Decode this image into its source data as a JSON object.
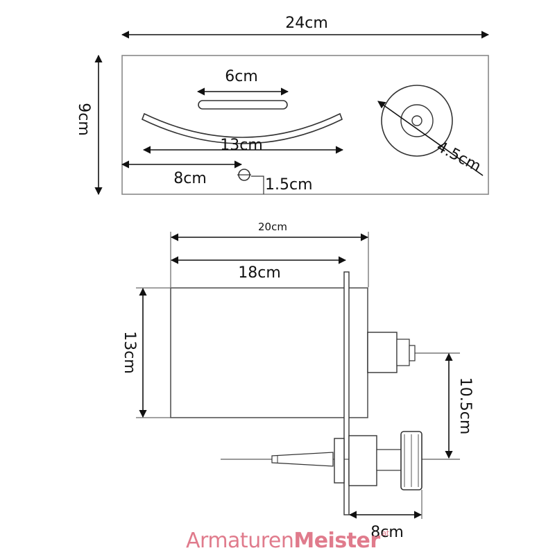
{
  "dimensions": {
    "top_width": "24cm",
    "top_height": "9cm",
    "slot_width": "6cm",
    "curve_width": "13cm",
    "hole_offset": "8cm",
    "hole_height": "1.5cm",
    "circle_diameter": "4.5cm",
    "side_total_width": "20cm",
    "side_body_width": "18cm",
    "side_height": "13cm",
    "side_valve_offset": "10.5cm",
    "side_valve_depth": "8cm"
  },
  "logo": {
    "part1": "Armaturen",
    "part2": "Meister",
    "part3": ".at"
  },
  "colors": {
    "line": "#222222",
    "logo": "#e07b8c"
  }
}
